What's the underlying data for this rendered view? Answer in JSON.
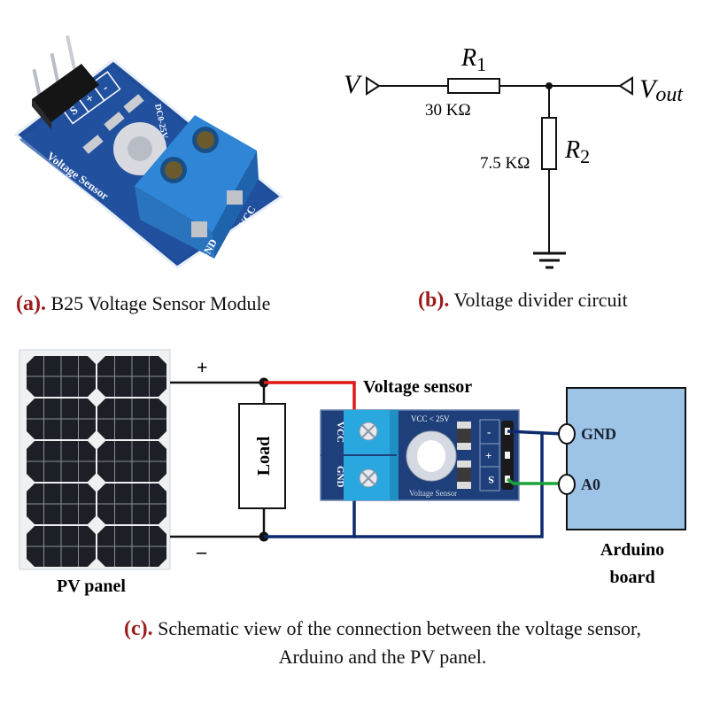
{
  "panel_a": {
    "label": "(a).",
    "caption": "B25 Voltage Sensor Module",
    "module_text": {
      "brand": "Voltage Sensor",
      "spec": "DC0-25V",
      "terminal_gnd": "GND",
      "terminal_vcc": "VCC",
      "pin_s": "S",
      "pin_plus": "+",
      "pin_minus": "-"
    }
  },
  "panel_b": {
    "label": "(b).",
    "caption": "Voltage divider circuit",
    "input_label": "V",
    "output_label": "V",
    "output_sub": "out",
    "r1_label": "R",
    "r1_sub": "1",
    "r1_value": "30 KΩ",
    "r2_label": "R",
    "r2_sub": "2",
    "r2_value": "7.5 KΩ"
  },
  "panel_c": {
    "label": "(c).",
    "caption_line1": "Schematic view of the connection between the voltage sensor,",
    "caption_line2": "Arduino and the PV panel.",
    "pv_label": "PV panel",
    "plus": "+",
    "minus": "–",
    "load_label": "Load",
    "sensor_title": "Voltage sensor",
    "sensor_text": {
      "vcc": "VCC",
      "gnd": "GND",
      "spec": "VCC < 25V",
      "brand": "Voltage Sensor",
      "pin_minus": "-",
      "pin_plus": "+",
      "pin_s": "S"
    },
    "arduino_pin_gnd": "GND",
    "arduino_pin_a0": "A0",
    "arduino_label_line1": "Arduino",
    "arduino_label_line2": "board"
  },
  "colors": {
    "caption_label": "#9b1b1b",
    "wire_red": "#e01818",
    "wire_blue": "#0d2a6e",
    "wire_green": "#1aa33a",
    "arduino_fill": "#9dc3e6",
    "sensor_board": "#1e3f7a",
    "terminal_blue": "#29a8df"
  }
}
